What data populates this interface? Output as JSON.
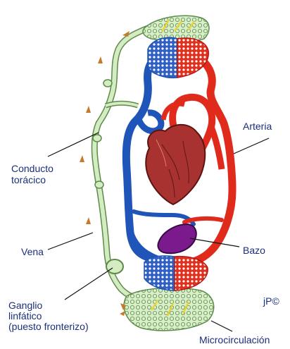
{
  "labels": {
    "conducto_line1": "Conducto",
    "conducto_line2": "torácico",
    "arteria": "Arteria",
    "vena": "Vena",
    "bazo": "Bazo",
    "ganglio_line1": "Ganglio",
    "ganglio_line2": "linfático",
    "ganglio_line3": "(puesto fronterizo)",
    "copyright": "jP©",
    "microcirculacion": "Microcirculación"
  },
  "colors": {
    "artery": "#e02a1c",
    "vein": "#1f55b8",
    "lymph": "#cfe8c0",
    "lymph_stroke": "#5e8a4a",
    "heart": "#a8322f",
    "spleen": "#7a1a8c",
    "flow_arrow": "#c77a2a",
    "node_yellow": "#f0e04a"
  }
}
